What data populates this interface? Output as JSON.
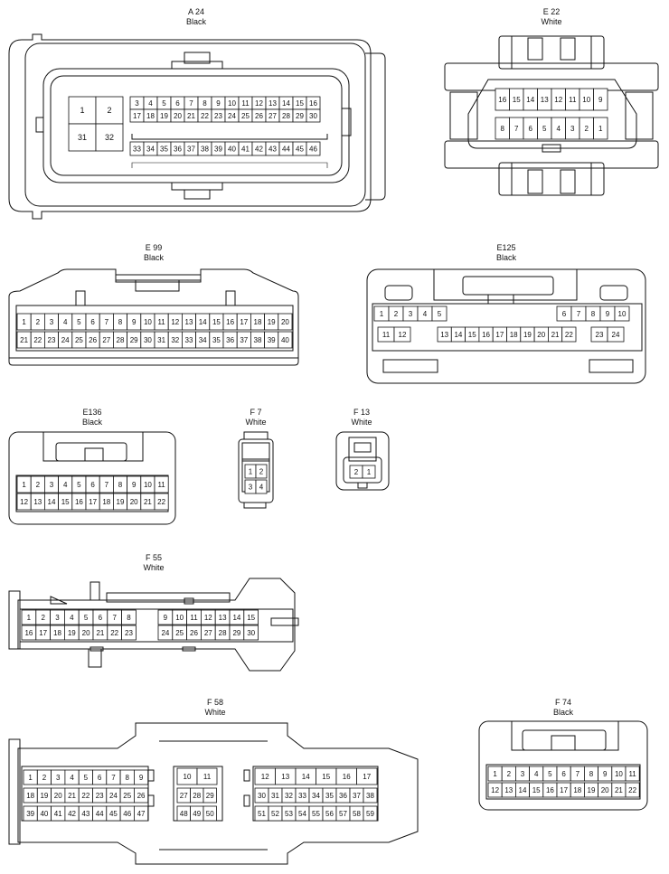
{
  "connectors": [
    {
      "id": "A 24",
      "color": "Black"
    },
    {
      "id": "E 22",
      "color": "White"
    },
    {
      "id": "E 99",
      "color": "Black"
    },
    {
      "id": "E125",
      "color": "Black"
    },
    {
      "id": "E136",
      "color": "Black"
    },
    {
      "id": "F 7",
      "color": "White"
    },
    {
      "id": "F 13",
      "color": "White"
    },
    {
      "id": "F 55",
      "color": "White"
    },
    {
      "id": "F 58",
      "color": "White"
    },
    {
      "id": "F 74",
      "color": "Black"
    }
  ],
  "pins": {
    "A24": {
      "big": [
        "1",
        "2",
        "31",
        "32"
      ],
      "row1": [
        "3",
        "4",
        "5",
        "6",
        "7",
        "8",
        "9",
        "10",
        "11",
        "12",
        "13",
        "14",
        "15",
        "16"
      ],
      "row2": [
        "17",
        "18",
        "19",
        "20",
        "21",
        "22",
        "23",
        "24",
        "25",
        "26",
        "27",
        "28",
        "29",
        "30"
      ],
      "row3": [
        "33",
        "34",
        "35",
        "36",
        "37",
        "38",
        "39",
        "40",
        "41",
        "42",
        "43",
        "44",
        "45",
        "46"
      ]
    },
    "E22": {
      "row1": [
        "16",
        "15",
        "14",
        "13",
        "12",
        "11",
        "10",
        "9"
      ],
      "row2": [
        "8",
        "7",
        "6",
        "5",
        "4",
        "3",
        "2",
        "1"
      ]
    },
    "E99": {
      "row1": [
        "1",
        "2",
        "3",
        "4",
        "5",
        "6",
        "7",
        "8",
        "9",
        "10",
        "11",
        "12",
        "13",
        "14",
        "15",
        "16",
        "17",
        "18",
        "19",
        "20"
      ],
      "row2": [
        "21",
        "22",
        "23",
        "24",
        "25",
        "26",
        "27",
        "28",
        "29",
        "30",
        "31",
        "32",
        "33",
        "34",
        "35",
        "36",
        "37",
        "38",
        "39",
        "40"
      ]
    },
    "E125": {
      "row1a": [
        "1",
        "2",
        "3",
        "4",
        "5"
      ],
      "row1b": [
        "6",
        "7",
        "8",
        "9",
        "10"
      ],
      "row2a": [
        "11",
        "12"
      ],
      "row2b": [
        "13",
        "14",
        "15",
        "16",
        "17",
        "18",
        "19",
        "20",
        "21",
        "22"
      ],
      "row2c": [
        "23",
        "24"
      ]
    },
    "E136": {
      "row1": [
        "1",
        "2",
        "3",
        "4",
        "5",
        "6",
        "7",
        "8",
        "9",
        "10",
        "11"
      ],
      "row2": [
        "12",
        "13",
        "14",
        "15",
        "16",
        "17",
        "18",
        "19",
        "20",
        "21",
        "22"
      ]
    },
    "F7": {
      "row1": [
        "1",
        "2"
      ],
      "row2": [
        "3",
        "4"
      ]
    },
    "F13": {
      "row1": [
        "2",
        "1"
      ]
    },
    "F55": {
      "r1a": [
        "1",
        "2",
        "3",
        "4",
        "5",
        "6",
        "7",
        "8"
      ],
      "r2a": [
        "16",
        "17",
        "18",
        "19",
        "20",
        "21",
        "22",
        "23"
      ],
      "r1b": [
        "9",
        "10",
        "11",
        "12",
        "13",
        "14",
        "15"
      ],
      "r2b": [
        "24",
        "25",
        "26",
        "27",
        "28",
        "29",
        "30"
      ]
    },
    "F58": {
      "a1": [
        "1",
        "2",
        "3",
        "4",
        "5",
        "6",
        "7",
        "8",
        "9"
      ],
      "a2": [
        "18",
        "19",
        "20",
        "21",
        "22",
        "23",
        "24",
        "25",
        "26"
      ],
      "a3": [
        "39",
        "40",
        "41",
        "42",
        "43",
        "44",
        "45",
        "46",
        "47"
      ],
      "b1": [
        "10",
        "11"
      ],
      "b2": [
        "27",
        "28",
        "29"
      ],
      "b3": [
        "48",
        "49",
        "50"
      ],
      "c1": [
        "12",
        "13",
        "14",
        "15",
        "16",
        "17"
      ],
      "c2": [
        "30",
        "31",
        "32",
        "33",
        "34",
        "35",
        "36",
        "37",
        "38"
      ],
      "c3": [
        "51",
        "52",
        "53",
        "54",
        "55",
        "56",
        "57",
        "58",
        "59"
      ]
    },
    "F74": {
      "row1": [
        "1",
        "2",
        "3",
        "4",
        "5",
        "6",
        "7",
        "8",
        "9",
        "10",
        "11"
      ],
      "row2": [
        "12",
        "13",
        "14",
        "15",
        "16",
        "17",
        "18",
        "19",
        "20",
        "21",
        "22"
      ]
    }
  }
}
